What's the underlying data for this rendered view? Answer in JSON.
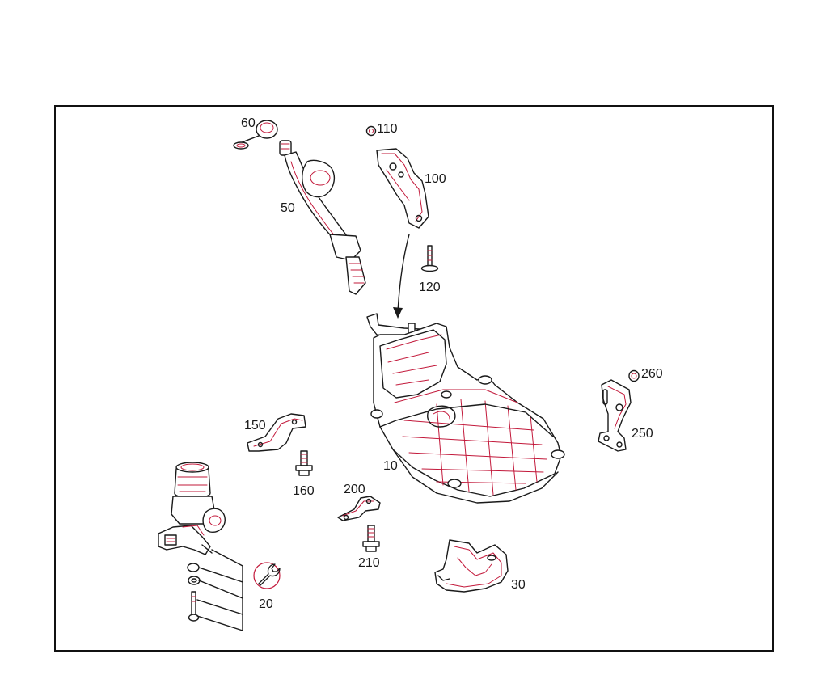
{
  "colors": {
    "line": "#1a1a1a",
    "accent": "#c2183a",
    "background": "#ffffff"
  },
  "parts": [
    {
      "id": "p10",
      "label": "10"
    },
    {
      "id": "p20",
      "label": "20"
    },
    {
      "id": "p30",
      "label": "30"
    },
    {
      "id": "p50",
      "label": "50"
    },
    {
      "id": "p60",
      "label": "60"
    },
    {
      "id": "p100",
      "label": "100"
    },
    {
      "id": "p110",
      "label": "110"
    },
    {
      "id": "p120",
      "label": "120"
    },
    {
      "id": "p150",
      "label": "150"
    },
    {
      "id": "p160",
      "label": "160"
    },
    {
      "id": "p200",
      "label": "200"
    },
    {
      "id": "p210",
      "label": "210"
    },
    {
      "id": "p250",
      "label": "250"
    },
    {
      "id": "p260",
      "label": "260"
    }
  ],
  "icons": {
    "tool_symbol": "wrench-icon"
  }
}
